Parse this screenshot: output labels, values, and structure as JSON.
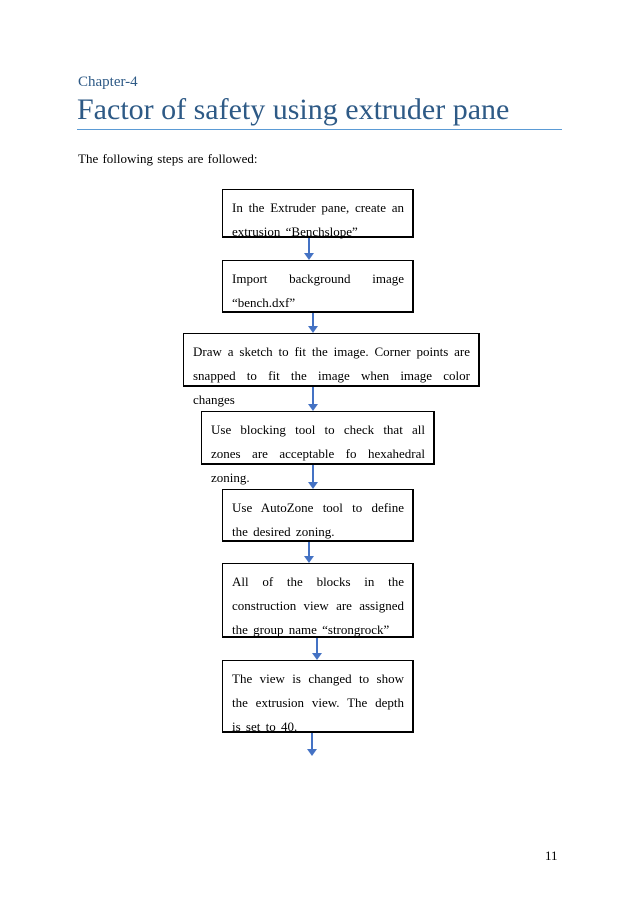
{
  "header": {
    "chapter": "Chapter-4",
    "title": "Factor of safety using extruder pane"
  },
  "intro": "The following steps are followed:",
  "steps": [
    "In the Extruder pane, create an extrusion “Benchslope”",
    "Import background image “bench.dxf”",
    "Draw a sketch to fit the image. Corner points are snapped to fit the image when image color changes",
    "Use blocking tool to check that all zones are acceptable fo hexahedral zoning.",
    "Use AutoZone tool to define the desired zoning.",
    "All of the blocks in the construction view are assigned the group name “strongrock”",
    "The view is changed to show the extrusion view. The depth is set to 40."
  ],
  "colors": {
    "heading": "#2e5a86",
    "rule": "#5b9bd5",
    "arrow": "#4472c4"
  },
  "page_number": "11"
}
